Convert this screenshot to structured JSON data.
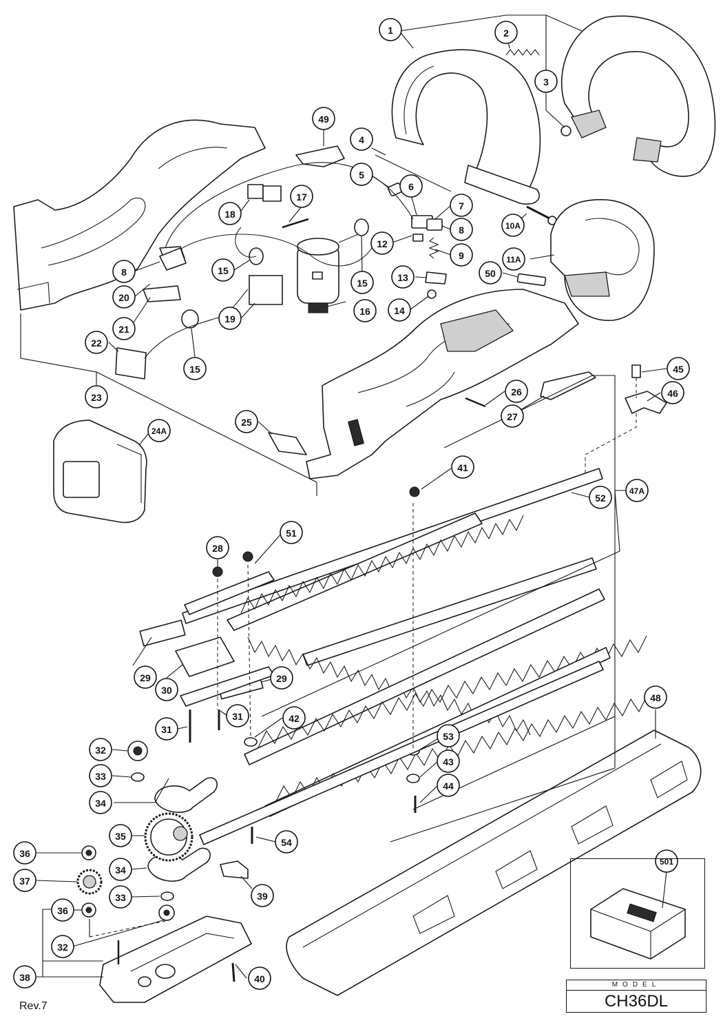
{
  "footer": {
    "revision": "Rev.7"
  },
  "model": {
    "label": "MODEL",
    "name": "CH36DL"
  },
  "callouts": [
    {
      "id": "c1",
      "label": "1"
    },
    {
      "id": "c2",
      "label": "2"
    },
    {
      "id": "c3",
      "label": "3"
    },
    {
      "id": "c4",
      "label": "4"
    },
    {
      "id": "c5",
      "label": "5"
    },
    {
      "id": "c6",
      "label": "6"
    },
    {
      "id": "c7",
      "label": "7"
    },
    {
      "id": "c8a",
      "label": "8"
    },
    {
      "id": "c8b",
      "label": "8"
    },
    {
      "id": "c9",
      "label": "9"
    },
    {
      "id": "c10A",
      "label": "10A"
    },
    {
      "id": "c11A",
      "label": "11A"
    },
    {
      "id": "c12",
      "label": "12"
    },
    {
      "id": "c13",
      "label": "13"
    },
    {
      "id": "c14",
      "label": "14"
    },
    {
      "id": "c15a",
      "label": "15"
    },
    {
      "id": "c15b",
      "label": "15"
    },
    {
      "id": "c15c",
      "label": "15"
    },
    {
      "id": "c16",
      "label": "16"
    },
    {
      "id": "c17",
      "label": "17"
    },
    {
      "id": "c18",
      "label": "18"
    },
    {
      "id": "c19",
      "label": "19"
    },
    {
      "id": "c20",
      "label": "20"
    },
    {
      "id": "c21",
      "label": "21"
    },
    {
      "id": "c22",
      "label": "22"
    },
    {
      "id": "c23",
      "label": "23"
    },
    {
      "id": "c24A",
      "label": "24A"
    },
    {
      "id": "c25",
      "label": "25"
    },
    {
      "id": "c26",
      "label": "26"
    },
    {
      "id": "c27",
      "label": "27"
    },
    {
      "id": "c28",
      "label": "28"
    },
    {
      "id": "c29a",
      "label": "29"
    },
    {
      "id": "c29b",
      "label": "29"
    },
    {
      "id": "c30",
      "label": "30"
    },
    {
      "id": "c31a",
      "label": "31"
    },
    {
      "id": "c31b",
      "label": "31"
    },
    {
      "id": "c32a",
      "label": "32"
    },
    {
      "id": "c32b",
      "label": "32"
    },
    {
      "id": "c33a",
      "label": "33"
    },
    {
      "id": "c33b",
      "label": "33"
    },
    {
      "id": "c34a",
      "label": "34"
    },
    {
      "id": "c34b",
      "label": "34"
    },
    {
      "id": "c35",
      "label": "35"
    },
    {
      "id": "c36a",
      "label": "36"
    },
    {
      "id": "c36b",
      "label": "36"
    },
    {
      "id": "c37",
      "label": "37"
    },
    {
      "id": "c38",
      "label": "38"
    },
    {
      "id": "c39",
      "label": "39"
    },
    {
      "id": "c40",
      "label": "40"
    },
    {
      "id": "c41",
      "label": "41"
    },
    {
      "id": "c42",
      "label": "42"
    },
    {
      "id": "c43",
      "label": "43"
    },
    {
      "id": "c44",
      "label": "44"
    },
    {
      "id": "c45",
      "label": "45"
    },
    {
      "id": "c46",
      "label": "46"
    },
    {
      "id": "c47A",
      "label": "47A"
    },
    {
      "id": "c48",
      "label": "48"
    },
    {
      "id": "c49",
      "label": "49"
    },
    {
      "id": "c50",
      "label": "50"
    },
    {
      "id": "c51",
      "label": "51"
    },
    {
      "id": "c52",
      "label": "52"
    },
    {
      "id": "c53",
      "label": "53"
    },
    {
      "id": "c54",
      "label": "54"
    },
    {
      "id": "c501",
      "label": "501"
    }
  ]
}
